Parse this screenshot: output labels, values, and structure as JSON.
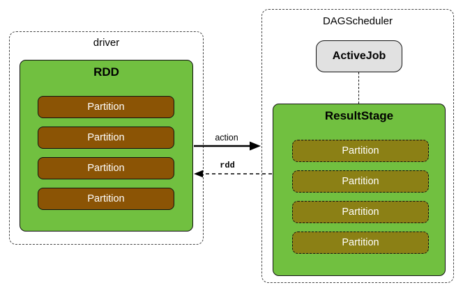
{
  "diagram": {
    "driver": {
      "label": "driver",
      "rdd": {
        "label": "RDD",
        "partitions": [
          "Partition",
          "Partition",
          "Partition",
          "Partition"
        ]
      }
    },
    "dag_scheduler": {
      "label": "DAGScheduler",
      "active_job": {
        "label": "ActiveJob"
      },
      "result_stage": {
        "label": "ResultStage",
        "partitions": [
          "Partition",
          "Partition",
          "Partition",
          "Partition"
        ]
      }
    },
    "edges": {
      "action": {
        "label": "action",
        "style": "solid",
        "direction": "left-to-right"
      },
      "rdd": {
        "label": "rdd",
        "style": "dashed",
        "direction": "right-to-left"
      }
    },
    "colors": {
      "green": "#71C040",
      "brown": "#8B5405",
      "olive": "#8B8015",
      "gray": "#E1E1E1",
      "line": "#000000"
    }
  }
}
